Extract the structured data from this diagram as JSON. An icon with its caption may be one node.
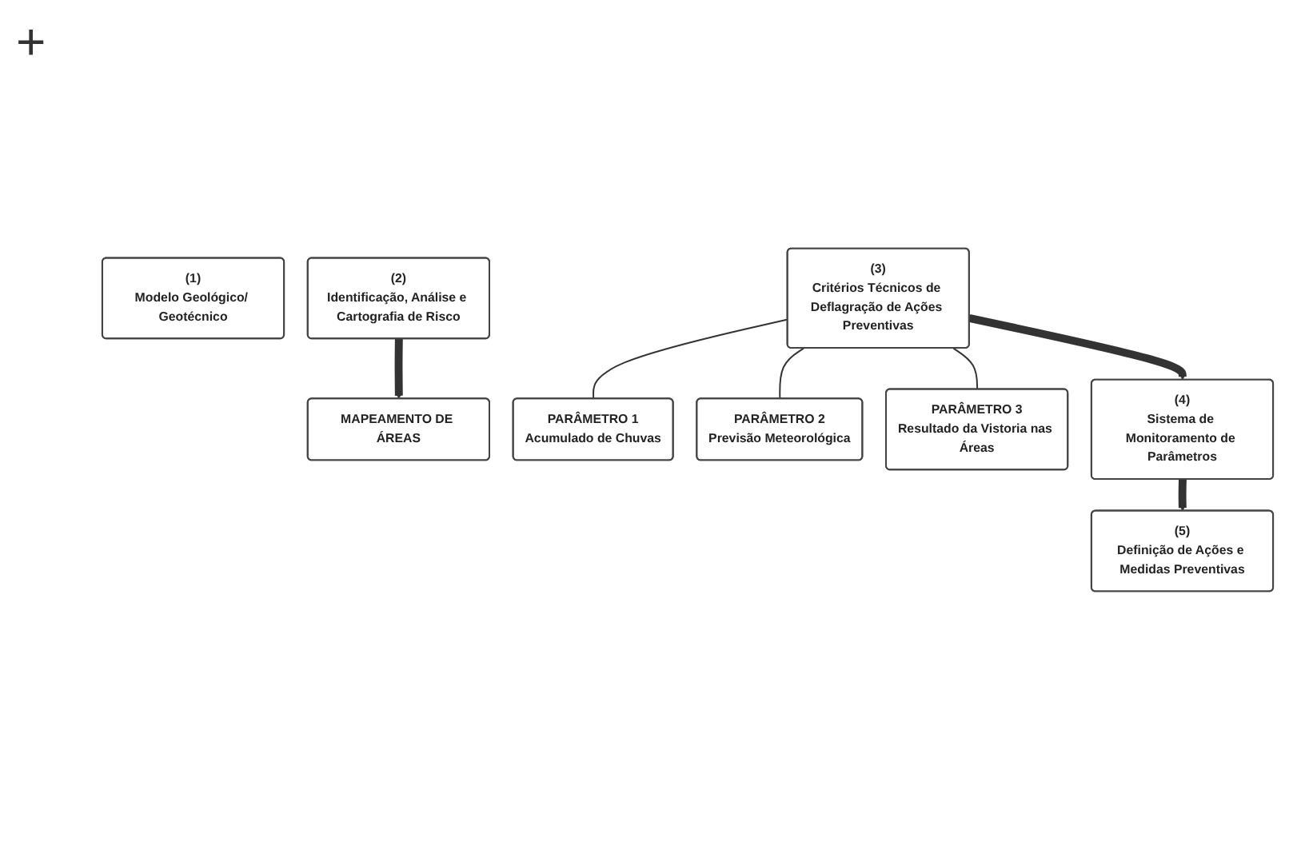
{
  "diagram": {
    "nodes": [
      {
        "text": [
          "(1)",
          "Modelo Geológico/ Geotécnico"
        ]
      },
      {
        "text": [
          "(2)",
          "Identificação, Análise e Cartografia de Risco"
        ]
      },
      {
        "text": [
          "MAPEAMENTO DE ÁREAS"
        ]
      },
      {
        "text": [
          "(3)",
          "Critérios Técnicos de Deflagração de Ações Preventivas"
        ]
      },
      {
        "text": [
          "PARÂMETRO 1",
          "Acumulado de Chuvas"
        ]
      },
      {
        "text": [
          "PARÂMETRO 2",
          "Previsão Meteorológica"
        ]
      },
      {
        "text": [
          "PARÂMETRO 3",
          "Resultado da Vistoria nas Áreas"
        ]
      },
      {
        "text": [
          "(4)",
          "Sistema de Monitoramento de Parâmetros"
        ]
      },
      {
        "text": [
          "(5)",
          "Definição de Ações e Medidas Preventivas"
        ]
      }
    ],
    "edges": [
      {
        "from": 1,
        "to": 2,
        "arrow": "to",
        "style": "thick"
      },
      {
        "from": 3,
        "to": 4,
        "arrow": "none"
      },
      {
        "from": 3,
        "to": 5,
        "arrow": "none"
      },
      {
        "from": 3,
        "to": 6,
        "arrow": "none"
      },
      {
        "from": 3,
        "to": 7,
        "arrow": "to",
        "style": "thick"
      },
      {
        "from": 7,
        "to": 8,
        "arrow": "to",
        "style": "thick"
      }
    ],
    "labels": [
      "+"
    ]
  }
}
